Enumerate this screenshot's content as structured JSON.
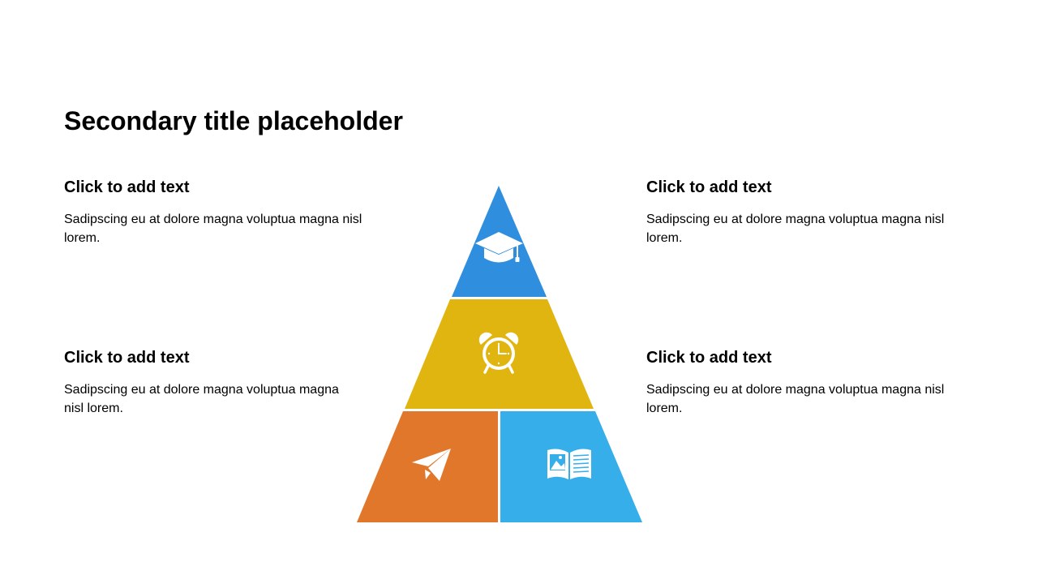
{
  "slide": {
    "title": "Secondary title placeholder"
  },
  "blocks": {
    "top_left": {
      "heading": "Click to add text",
      "body": "Sadipscing eu at dolore magna voluptua magna nisl lorem."
    },
    "bottom_left": {
      "heading": "Click to add text",
      "body": "Sadipscing eu at dolore magna voluptua magna nisl lorem."
    },
    "top_right": {
      "heading": "Click to add text",
      "body": "Sadipscing eu at dolore magna voluptua magna nisl lorem."
    },
    "bottom_right": {
      "heading": "Click to add text",
      "body": "Sadipscing eu at dolore magna voluptua magna nisl lorem."
    }
  },
  "pyramid": {
    "segments": [
      {
        "name": "top",
        "color": "#2F8FDE",
        "icon": "graduation-cap-icon"
      },
      {
        "name": "middle",
        "color": "#E1B50F",
        "icon": "alarm-clock-icon"
      },
      {
        "name": "bottom-left",
        "color": "#E0772A",
        "icon": "paper-plane-icon"
      },
      {
        "name": "bottom-right",
        "color": "#35AEEA",
        "icon": "open-book-icon"
      }
    ]
  }
}
